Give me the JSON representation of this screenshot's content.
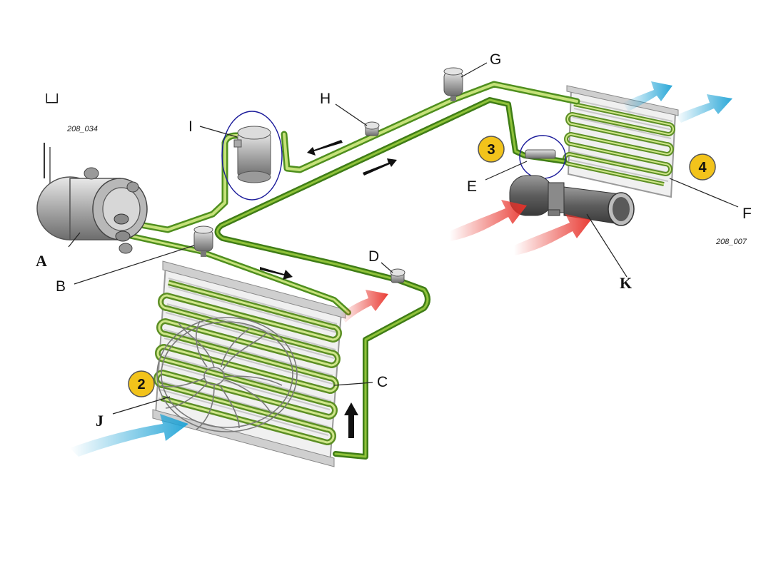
{
  "figure": {
    "ref_top": "208_034",
    "ref_right": "208_007",
    "corner_mark": "└┘"
  },
  "labels": {
    "A": "A",
    "B": "B",
    "C": "C",
    "D": "D",
    "E": "E",
    "F": "F",
    "G": "G",
    "H": "H",
    "I": "I",
    "J": "J",
    "K": "K"
  },
  "stages": {
    "condenser": "2",
    "expansion": "3",
    "evaporator": "4"
  },
  "colors": {
    "high_pressure_line": "#8fc23a",
    "low_pressure_line": "#4f8f1e",
    "warm_air": "#e8322a",
    "cool_air": "#1fa3d6",
    "marker_fill": "#f2c31b",
    "focus_circle": "#1a1a9a"
  },
  "icons": [
    "compressor-icon",
    "receiver-drier-icon",
    "pressure-switch-icon",
    "service-valve-icon",
    "condenser-icon",
    "fan-icon",
    "expansion-valve-icon",
    "evaporator-icon",
    "blower-icon",
    "flow-arrow-icon"
  ]
}
